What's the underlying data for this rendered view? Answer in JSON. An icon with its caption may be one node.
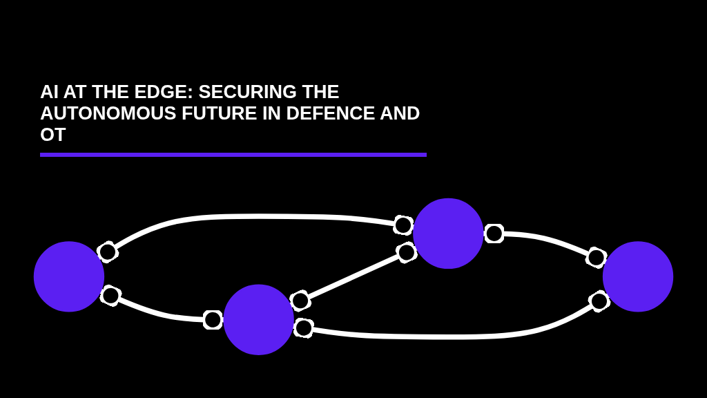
{
  "diagram": {
    "title": "AI AT THE EDGE: SECURING THE AUTONOMOUS FUTURE IN DEFENCE AND OT",
    "nodes": [
      {
        "text": [],
        "shape": "circle"
      },
      {
        "text": [],
        "shape": "circle"
      },
      {
        "text": [],
        "shape": "circle"
      },
      {
        "text": [],
        "shape": "circle"
      }
    ],
    "edges": [
      {
        "from": 0,
        "to": 2,
        "arrow": "other"
      },
      {
        "from": 0,
        "to": 1,
        "arrow": "other"
      },
      {
        "from": 1,
        "to": 2,
        "arrow": "other"
      },
      {
        "from": 2,
        "to": 3,
        "arrow": "other"
      },
      {
        "from": 1,
        "to": 3,
        "arrow": "other"
      }
    ]
  }
}
